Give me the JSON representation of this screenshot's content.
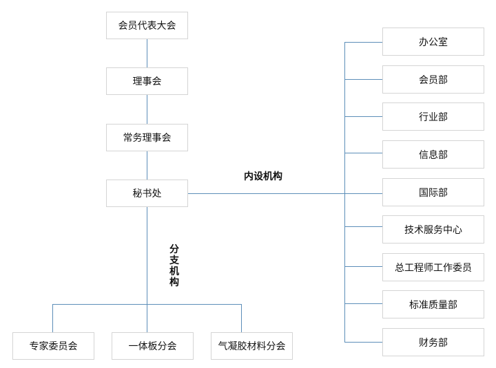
{
  "line_color": "#5b8db8",
  "main_chain": [
    "会员代表大会",
    "理事会",
    "常务理事会",
    "秘书处"
  ],
  "internal_label": "内设机构",
  "internal_departments": [
    "办公室",
    "会员部",
    "行业部",
    "信息部",
    "国际部",
    "技术服务中心",
    "总工程师工作委员",
    "标准质量部",
    "财务部"
  ],
  "branch_label": "分支机构",
  "branches": [
    "专家委员会",
    "一体板分会",
    "气凝胶材料分会"
  ]
}
